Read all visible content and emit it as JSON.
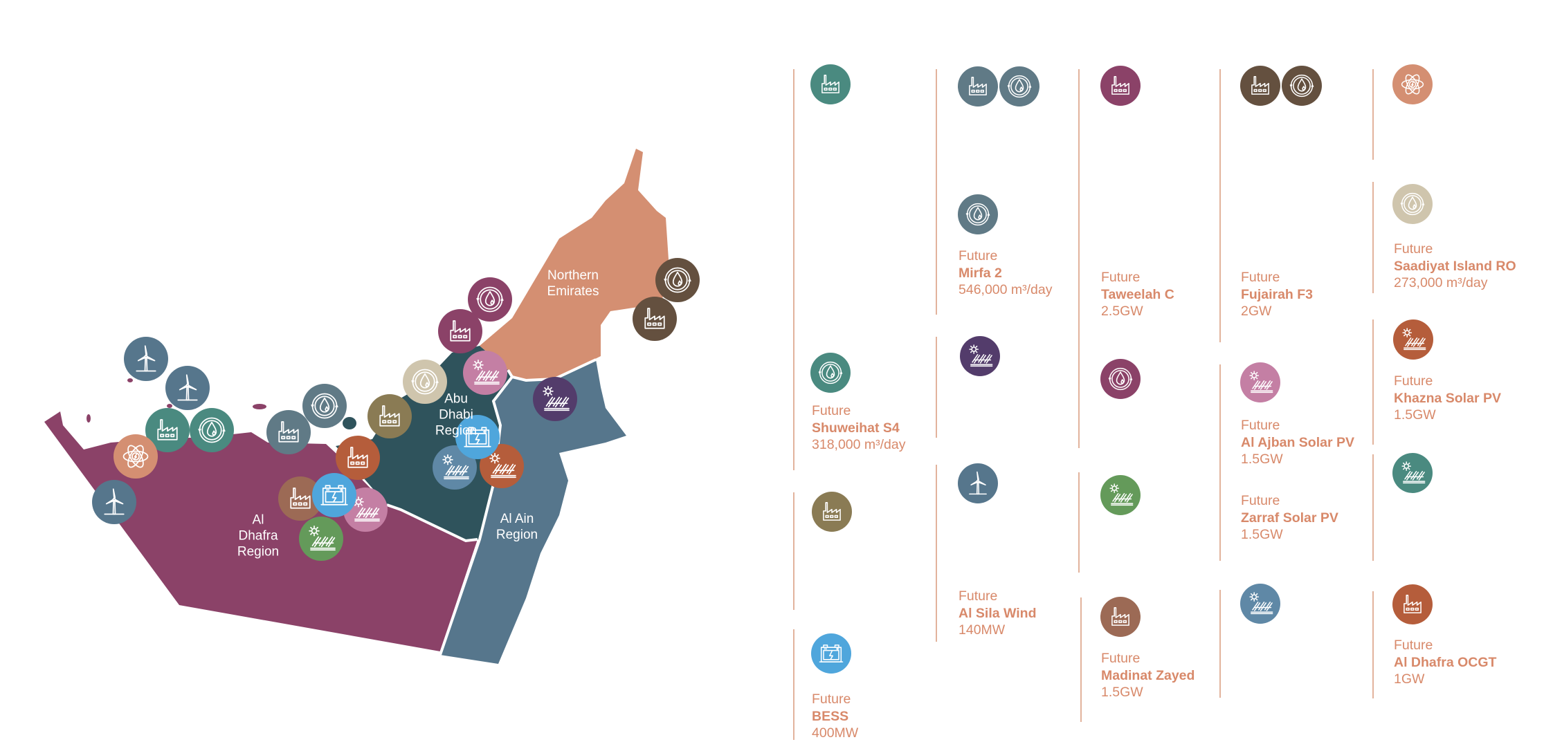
{
  "colors": {
    "text_accent": "#d8896a",
    "divider": "#e2b39c",
    "region_al_dhafra": "#8b4268",
    "region_abu_dhabi": "#2f535c",
    "region_al_ain": "#56768c",
    "region_northern_emirates": "#d48f72"
  },
  "map": {
    "regions": [
      {
        "key": "northern_emirates",
        "label": "Northern\nEmirates"
      },
      {
        "key": "abu_dhabi",
        "label": "Abu Dhabi\nRegion"
      },
      {
        "key": "al_dhafra",
        "label": "Al Dhafra\nRegion"
      },
      {
        "key": "al_ain",
        "label": "Al Ain\nRegion"
      }
    ],
    "markers": [
      {
        "icon": "wind-turbine-icon",
        "color": "#56768c"
      },
      {
        "icon": "wind-turbine-icon",
        "color": "#56768c"
      },
      {
        "icon": "factory-icon",
        "color": "#4a8a80"
      },
      {
        "icon": "desalination-icon",
        "color": "#4a8a80"
      },
      {
        "icon": "nuclear-icon",
        "color": "#d48f72"
      },
      {
        "icon": "wind-turbine-icon",
        "color": "#56768c"
      },
      {
        "icon": "desalination-icon",
        "color": "#607a86"
      },
      {
        "icon": "factory-icon",
        "color": "#607a86"
      },
      {
        "icon": "desalination-icon",
        "color": "#cfc5ad"
      },
      {
        "icon": "factory-icon",
        "color": "#8a7b54"
      },
      {
        "icon": "desalination-icon",
        "color": "#8b4268"
      },
      {
        "icon": "factory-icon",
        "color": "#8b4268"
      },
      {
        "icon": "solar-panel-icon",
        "color": "#c47fa4"
      },
      {
        "icon": "solar-panel-icon",
        "color": "#533c6b"
      },
      {
        "icon": "desalination-icon",
        "color": "#64503f"
      },
      {
        "icon": "factory-icon",
        "color": "#64503f"
      },
      {
        "icon": "factory-icon",
        "color": "#b55d3b"
      },
      {
        "icon": "solar-panel-icon",
        "color": "#5f88a6"
      },
      {
        "icon": "solar-panel-icon",
        "color": "#b55d3b"
      },
      {
        "icon": "battery-icon",
        "color": "#4fa6dc"
      },
      {
        "icon": "factory-icon",
        "color": "#9c6a55"
      },
      {
        "icon": "solar-panel-icon",
        "color": "#c47fa4"
      },
      {
        "icon": "battery-icon",
        "color": "#4fa6dc"
      },
      {
        "icon": "solar-panel-icon",
        "color": "#649a5a"
      }
    ]
  },
  "panel": {
    "entries": [
      {
        "icons": [
          {
            "icon": "factory-icon",
            "color": "#4a8a80"
          }
        ]
      },
      {
        "icons": [
          {
            "icon": "desalination-icon",
            "color": "#4a8a80"
          }
        ],
        "status": "Future",
        "name": "Shuweihat S4",
        "capacity": "318,000 m³/day"
      },
      {
        "icons": [
          {
            "icon": "factory-icon",
            "color": "#8a7b54"
          }
        ]
      },
      {
        "icons": [
          {
            "icon": "battery-icon",
            "color": "#4fa6dc"
          }
        ],
        "status": "Future",
        "name": "BESS",
        "capacity": "400MW"
      },
      {
        "icons": [
          {
            "icon": "factory-icon",
            "color": "#607a86"
          },
          {
            "icon": "desalination-icon",
            "color": "#607a86"
          }
        ]
      },
      {
        "icons": [
          {
            "icon": "desalination-icon",
            "color": "#607a86"
          }
        ],
        "status": "Future",
        "name": "Mirfa 2",
        "capacity": "546,000 m³/day"
      },
      {
        "icons": [
          {
            "icon": "solar-panel-icon",
            "color": "#533c6b"
          }
        ]
      },
      {
        "icons": [
          {
            "icon": "wind-turbine-icon",
            "color": "#56768c"
          }
        ],
        "status": "Future",
        "name": "Al Sila Wind",
        "capacity": "140MW"
      },
      {
        "icons": [
          {
            "icon": "factory-icon",
            "color": "#8b4268"
          }
        ],
        "status": "Future",
        "name": "Taweelah C",
        "capacity": "2.5GW"
      },
      {
        "icons": [
          {
            "icon": "desalination-icon",
            "color": "#8b4268"
          }
        ]
      },
      {
        "icons": [
          {
            "icon": "solar-panel-icon",
            "color": "#649a5a"
          }
        ]
      },
      {
        "icons": [
          {
            "icon": "factory-icon",
            "color": "#9c6a55"
          }
        ],
        "status": "Future",
        "name": "Madinat Zayed",
        "capacity": "1.5GW"
      },
      {
        "icons": [
          {
            "icon": "factory-icon",
            "color": "#64503f"
          },
          {
            "icon": "desalination-icon",
            "color": "#64503f"
          }
        ],
        "status": "Future",
        "name": "Fujairah F3",
        "capacity": "2GW"
      },
      {
        "icons": [
          {
            "icon": "solar-panel-icon",
            "color": "#c47fa4"
          }
        ],
        "status": "Future",
        "name": "Al Ajban Solar PV",
        "capacity": "1.5GW"
      },
      {
        "icons": [],
        "status": "Future",
        "name": "Zarraf Solar PV",
        "capacity": "1.5GW"
      },
      {
        "icons": [
          {
            "icon": "solar-panel-icon",
            "color": "#5f88a6"
          }
        ]
      },
      {
        "icons": [
          {
            "icon": "nuclear-icon",
            "color": "#d48f72"
          }
        ]
      },
      {
        "icons": [
          {
            "icon": "desalination-icon",
            "color": "#cfc5ad"
          }
        ],
        "status": "Future",
        "name": "Saadiyat Island RO",
        "capacity": "273,000 m³/day"
      },
      {
        "icons": [
          {
            "icon": "solar-panel-icon",
            "color": "#b55d3b"
          }
        ],
        "status": "Future",
        "name": "Khazna Solar PV",
        "capacity": "1.5GW"
      },
      {
        "icons": [
          {
            "icon": "solar-panel-icon",
            "color": "#4a8a80"
          }
        ]
      },
      {
        "icons": [
          {
            "icon": "factory-icon",
            "color": "#b55d3b"
          }
        ],
        "status": "Future",
        "name": "Al Dhafra OCGT",
        "capacity": "1GW"
      }
    ]
  }
}
